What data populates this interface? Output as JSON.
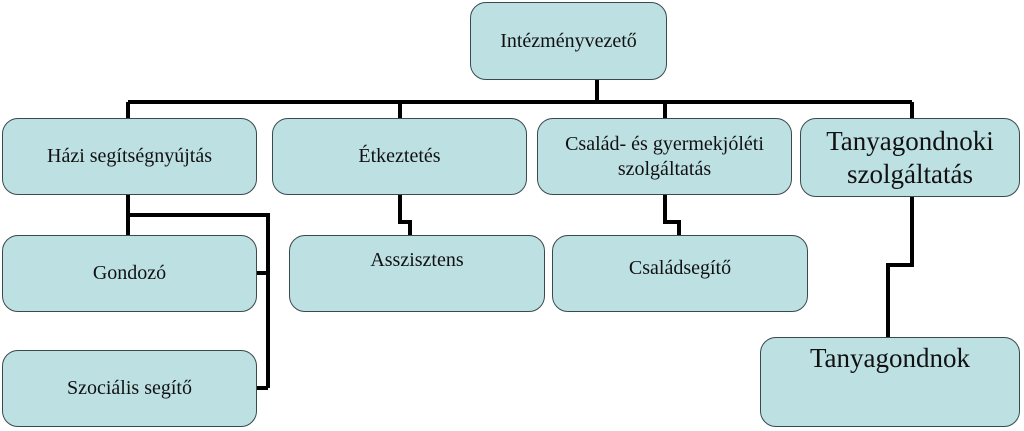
{
  "root": {
    "label": "Intézményvezető"
  },
  "departments": [
    {
      "label": "Házi segítségnyújtás",
      "children": [
        "Gondozó",
        "Szociális segítő"
      ]
    },
    {
      "label": "Étkeztetés",
      "children": [
        "Asszisztens"
      ]
    },
    {
      "label": "Család- és gyermekjóléti szolgáltatás",
      "children": [
        "Családsegítő"
      ]
    },
    {
      "label": "Tanyagondnoki szolgáltatás",
      "children": [
        "Tanyagondnok"
      ]
    }
  ],
  "colors": {
    "box_fill": "#bde0e3",
    "connector": "#000000"
  }
}
